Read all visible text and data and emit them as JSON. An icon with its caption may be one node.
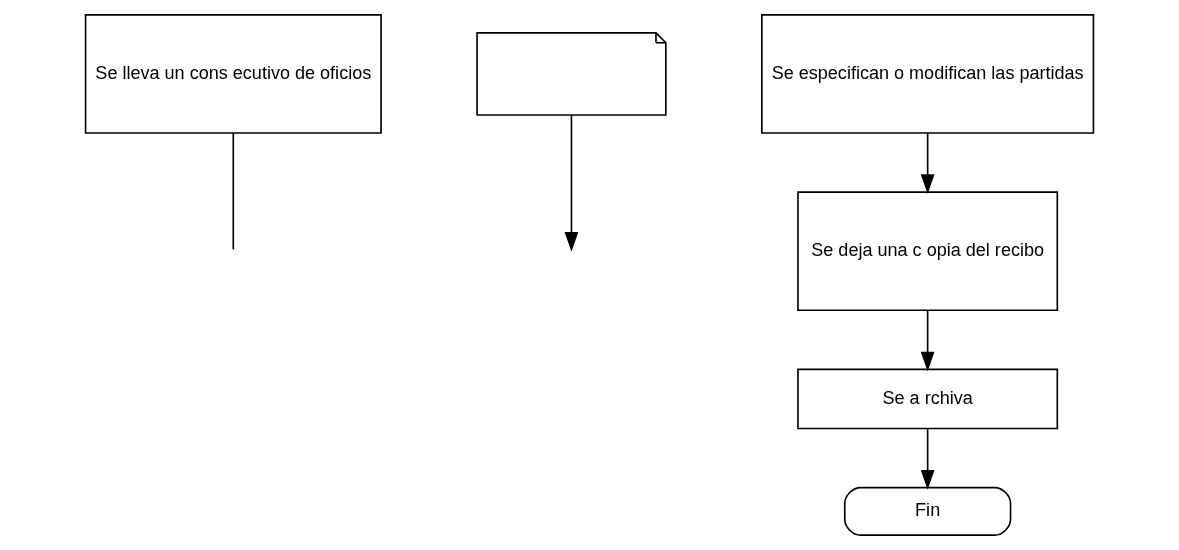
{
  "diagram": {
    "nodes": [
      {
        "text": [
          "Se lleva un cons ecutivo de oficios"
        ]
      },
      {
        "text": [],
        "shape": "document"
      },
      {
        "text": [
          "Se especifican o modifican las partidas"
        ]
      },
      {
        "text": [
          "Se deja una c opia del recibo"
        ]
      },
      {
        "text": [
          "Se a rchiva"
        ]
      },
      {
        "text": [
          "Fin"
        ]
      }
    ],
    "edges": [
      {
        "from": 0,
        "to": null,
        "arrow": "none"
      },
      {
        "from": 1,
        "to": null,
        "arrow": "to"
      },
      {
        "from": 2,
        "to": 3,
        "arrow": "to"
      },
      {
        "from": 3,
        "to": 4,
        "arrow": "to"
      },
      {
        "from": 4,
        "to": 5,
        "arrow": "to"
      }
    ]
  }
}
